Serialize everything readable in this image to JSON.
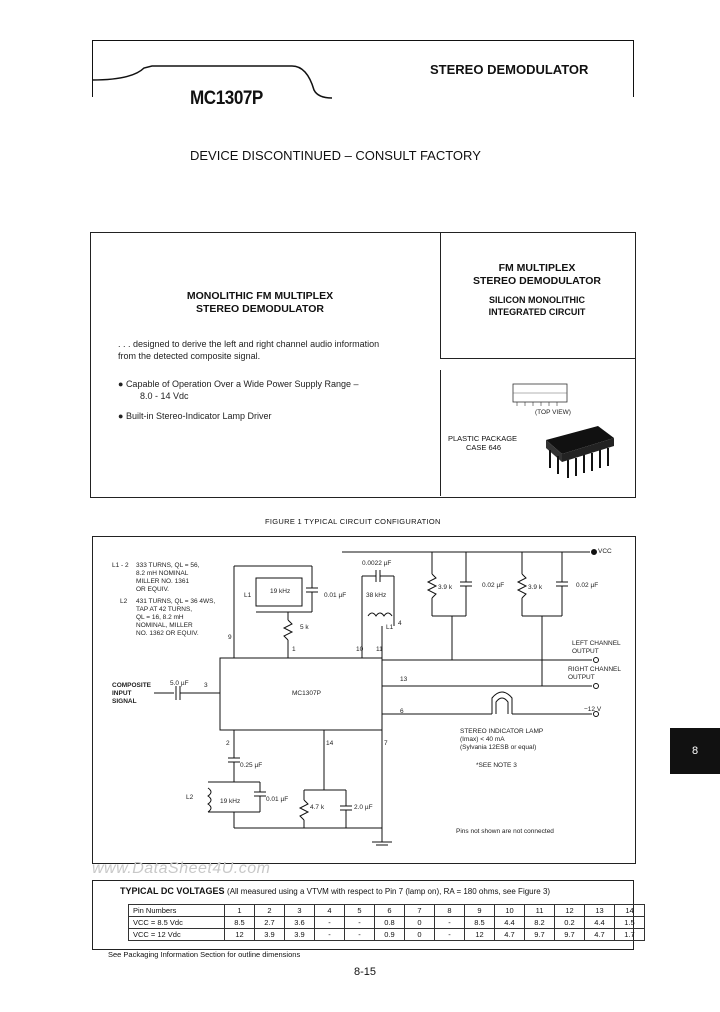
{
  "header": {
    "part_number": "MC1307P",
    "title": "STEREO DEMODULATOR",
    "discontinued": "DEVICE DISCONTINUED – CONSULT FACTORY"
  },
  "info_box": {
    "heading_line1": "MONOLITHIC FM MULTIPLEX",
    "heading_line2": "STEREO DEMODULATOR",
    "description_line1": ". . . designed to derive the left and right channel audio information",
    "description_line2": "from the detected composite signal.",
    "bullets": [
      {
        "line1": "Capable of Operation Over a Wide Power Supply Range –",
        "line2": "8.0 - 14 Vdc"
      },
      {
        "line1": "Built-in Stereo-Indicator Lamp Driver",
        "line2": ""
      }
    ],
    "side_title_line1": "FM MULTIPLEX",
    "side_title_line2": "STEREO DEMODULATOR",
    "side_sub_line1": "SILICON MONOLITHIC",
    "side_sub_line2": "INTEGRATED CIRCUIT",
    "top_view": "(TOP VIEW)",
    "package_line1": "PLASTIC PACKAGE",
    "package_line2": "CASE 646"
  },
  "figure": {
    "caption": "FIGURE 1   TYPICAL CIRCUIT CONFIGURATION",
    "notes": {
      "l1": "L1 - 2",
      "l1_text": [
        "333 TURNS, QL = 56,",
        "8.2 mH NOMINAL",
        "MILLER NO. 1361",
        "OR EQUIV."
      ],
      "l2": "L2",
      "l2_text": [
        "431 TURNS, QL = 36 4WS,",
        "TAP AT 42 TURNS,",
        "QL = 16, 8.2 mH",
        "NOMINAL, MILLER",
        "NO. 1362 OR EQUIV."
      ]
    },
    "labels": {
      "ic": "MC1307P",
      "vcc": "VCC",
      "composite": [
        "COMPOSITE",
        "INPUT",
        "SIGNAL"
      ],
      "left_out": [
        "LEFT CHANNEL",
        "OUTPUT"
      ],
      "right_out": [
        "RIGHT CHANNEL",
        "OUTPUT"
      ],
      "neg12": "−12 V",
      "lamp": [
        "STEREO INDICATOR LAMP",
        "(Imax) < 40 mA",
        "(Sylvania 12ESB or equal)"
      ],
      "see_note": "*SEE NOTE 3",
      "pins_note": "Pins not shown are not connected",
      "c_in": "5.0 µF",
      "c_0022": "0.0022 µF",
      "c_001": "0.01 µF",
      "c_002a": "0.02 µF",
      "c_002b": "0.02 µF",
      "c_025": "0.25 µF",
      "c_001b": "0.01 µF",
      "c_20": "2.0 µF",
      "r_39a": "3.9 k",
      "r_39b": "3.9 k",
      "r_47": "4.7 k",
      "f19a": "19 kHz",
      "f38": "38 kHz",
      "f19b": "19 kHz",
      "l1a": "L1",
      "l1b": "L1",
      "l2b": "L2",
      "r_var": "5 k",
      "pins": {
        "p9": "9",
        "p1": "1",
        "p10": "10",
        "p11": "11",
        "p3": "3",
        "p13": "13",
        "p6": "6",
        "p2": "2",
        "p14": "14",
        "p7": "7",
        "p4": "4"
      }
    }
  },
  "side_tab": "8",
  "watermark": "www.DataSheet4U.com",
  "dc_table": {
    "title": "TYPICAL DC VOLTAGES",
    "subtitle": "(All measured using a VTVM with respect to Pin 7 (lamp on), RA = 180 ohms, see Figure 3)",
    "header": [
      "Pin Numbers",
      "1",
      "2",
      "3",
      "4",
      "5",
      "6",
      "7",
      "8",
      "9",
      "10",
      "11",
      "12",
      "13",
      "14"
    ],
    "rows": [
      [
        "VCC = 8.5 Vdc",
        "8.5",
        "2.7",
        "3.6",
        "-",
        "-",
        "0.8",
        "0",
        "-",
        "8.5",
        "4.4",
        "8.2",
        "0.2",
        "4.4",
        "1.5"
      ],
      [
        "VCC = 12 Vdc",
        "12",
        "3.9",
        "3.9",
        "-",
        "-",
        "0.9",
        "0",
        "-",
        "12",
        "4.7",
        "9.7",
        "9.7",
        "4.7",
        "1.7"
      ]
    ]
  },
  "footnote": "See Packaging Information Section for outline dimensions",
  "page_number": "8-15"
}
